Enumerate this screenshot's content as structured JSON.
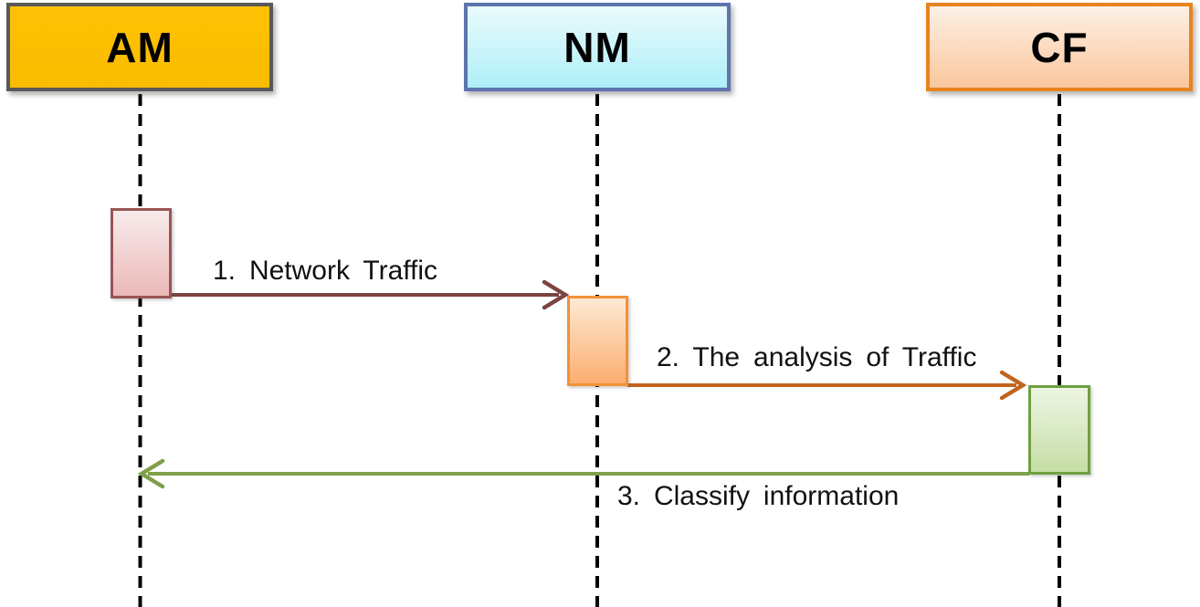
{
  "diagram": {
    "type": "sequence-diagram",
    "background": "#ffffff",
    "lifeline_color": "#000000",
    "text_color": "#111111",
    "actors": [
      {
        "id": "am",
        "label": "AM",
        "fill_top": "#FFC104",
        "fill_bottom": "#FBBC00",
        "border": "#595959"
      },
      {
        "id": "nm",
        "label": "NM",
        "fill_top": "#EAFAFC",
        "fill_bottom": "#AEEFF8",
        "border": "#5D74AC"
      },
      {
        "id": "cf",
        "label": "CF",
        "fill_top": "#FDF0E6",
        "fill_bottom": "#FAC79C",
        "border": "#E8831F"
      }
    ],
    "activations": [
      {
        "actor": "AM",
        "fill_top": "#F8ECEC",
        "fill_bottom": "#ECB9B9",
        "border": "#9C5555"
      },
      {
        "actor": "NM",
        "fill_top": "#FEE9D4",
        "fill_bottom": "#FBAE6F",
        "border": "#F29138"
      },
      {
        "actor": "CF",
        "fill_top": "#EDF5E3",
        "fill_bottom": "#C6DEA6",
        "border": "#6FA03F"
      }
    ],
    "messages": [
      {
        "seq": "1",
        "label": "1. Network Traffic",
        "from": "AM",
        "to": "NM",
        "color": "#7B4341"
      },
      {
        "seq": "2",
        "label": "2. The analysis of Traffic",
        "from": "NM",
        "to": "CF",
        "color": "#C2641D"
      },
      {
        "seq": "3",
        "label": "3. Classify information",
        "from": "CF",
        "to": "AM",
        "color": "#7EA04A"
      }
    ]
  }
}
